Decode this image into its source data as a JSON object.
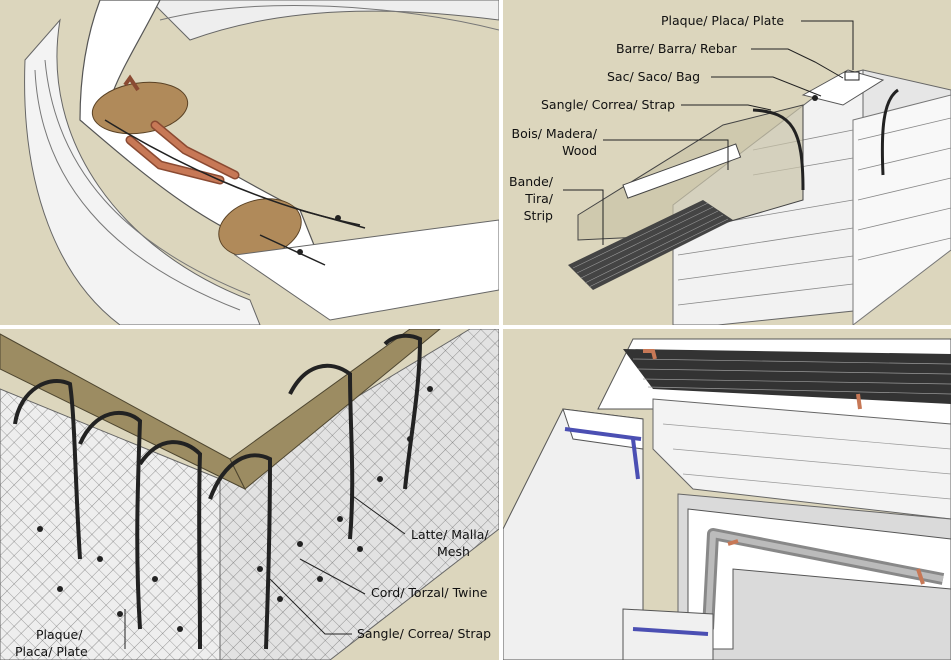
{
  "top_right_labels": {
    "plate": "Plaque/ Placa/ Plate",
    "rebar": "Barre/ Barra/ Rebar",
    "bag": "Sac/ Saco/ Bag",
    "strap": "Sangle/ Correa/ Strap",
    "wood_line1": "Bois/ Madera/",
    "wood_line2": "Wood",
    "strip_line1": "Bande/",
    "strip_line2": "Tira/",
    "strip_line3": "Strip"
  },
  "bottom_left_labels": {
    "mesh_line1": "Latte/ Malla/",
    "mesh_line2": "Mesh",
    "twine": "Cord/ Torzal/ Twine",
    "strap": "Sangle/ Correa/ Strap",
    "plate_line1": "Plaque/",
    "plate_line2": "Placa/ Plate"
  },
  "colors": {
    "background": "#dcd6bd",
    "bag_white": "#ffffff",
    "soil": "#b08a5a",
    "rebar": "#c77856",
    "mesh_wood": "#9c8c62",
    "strap_blue": "#4b4fb3"
  }
}
